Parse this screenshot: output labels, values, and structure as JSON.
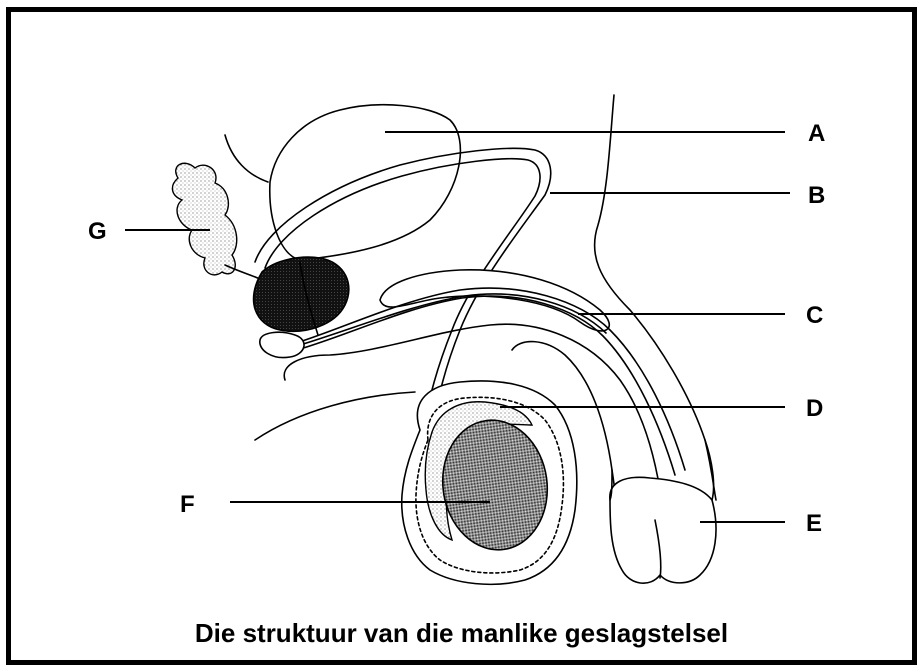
{
  "labels": {
    "a": "A",
    "b": "B",
    "c": "C",
    "d": "D",
    "e": "E",
    "f": "F",
    "g": "G"
  },
  "caption": "Die struktuur van die manlike geslagstelsel",
  "colors": {
    "ink": "#000000",
    "background": "#ffffff"
  }
}
